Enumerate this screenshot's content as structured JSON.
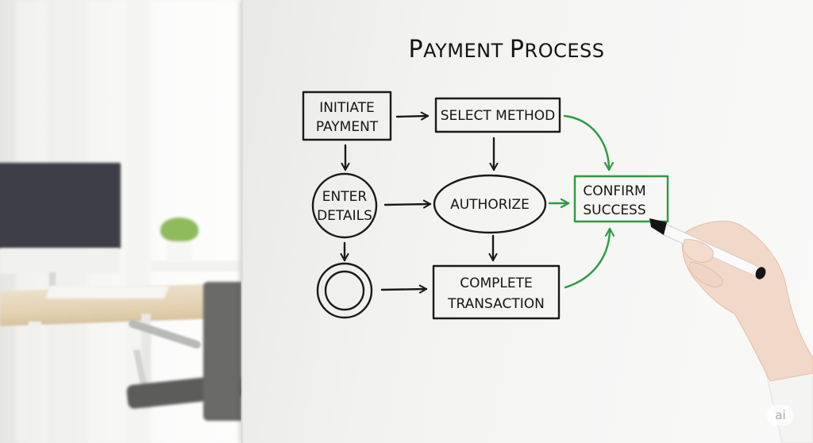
{
  "diagram": {
    "title": "PAYMENT PROCESS",
    "title_display": {
      "first": "P",
      "rest1": "AYMENT ",
      "second": "P",
      "rest2": "ROCESS"
    },
    "colors": {
      "ink": "#1a1a1a",
      "accent_green": "#2e9a44",
      "board": "#f4f4f3"
    },
    "nodes": [
      {
        "id": "initiate-payment",
        "shape": "rectangle",
        "lines": [
          "INITIATE",
          "PAYMENT"
        ],
        "color": "#1a1a1a"
      },
      {
        "id": "select-method",
        "shape": "rectangle",
        "lines": [
          "SELECT METHOD"
        ],
        "color": "#1a1a1a"
      },
      {
        "id": "enter-details",
        "shape": "circle",
        "lines": [
          "ENTER",
          "DETAILS"
        ],
        "color": "#1a1a1a"
      },
      {
        "id": "authorize",
        "shape": "ellipse",
        "lines": [
          "AUTHORIZE"
        ],
        "color": "#1a1a1a"
      },
      {
        "id": "end-state",
        "shape": "double-circle",
        "lines": [],
        "color": "#1a1a1a"
      },
      {
        "id": "complete-transaction",
        "shape": "rectangle",
        "lines": [
          "COMPLETE",
          "TRANSACTION"
        ],
        "color": "#1a1a1a"
      },
      {
        "id": "confirm-success",
        "shape": "rectangle",
        "lines": [
          "CONFIRM",
          "SUCCESS"
        ],
        "color": "#2e9a44"
      }
    ],
    "edges": [
      {
        "from": "initiate-payment",
        "to": "select-method",
        "color": "black",
        "style": "straight"
      },
      {
        "from": "initiate-payment",
        "to": "enter-details",
        "color": "black",
        "style": "straight"
      },
      {
        "from": "select-method",
        "to": "authorize",
        "color": "black",
        "style": "straight"
      },
      {
        "from": "enter-details",
        "to": "authorize",
        "color": "black",
        "style": "straight"
      },
      {
        "from": "enter-details",
        "to": "end-state",
        "color": "black",
        "style": "straight"
      },
      {
        "from": "authorize",
        "to": "complete-transaction",
        "color": "black",
        "style": "straight"
      },
      {
        "from": "end-state",
        "to": "complete-transaction",
        "color": "black",
        "style": "straight"
      },
      {
        "from": "select-method",
        "to": "confirm-success",
        "color": "green",
        "style": "curved"
      },
      {
        "from": "authorize",
        "to": "confirm-success",
        "color": "green",
        "style": "straight"
      },
      {
        "from": "complete-transaction",
        "to": "confirm-success",
        "color": "green",
        "style": "curved"
      }
    ]
  },
  "watermark": {
    "label": "ai"
  }
}
